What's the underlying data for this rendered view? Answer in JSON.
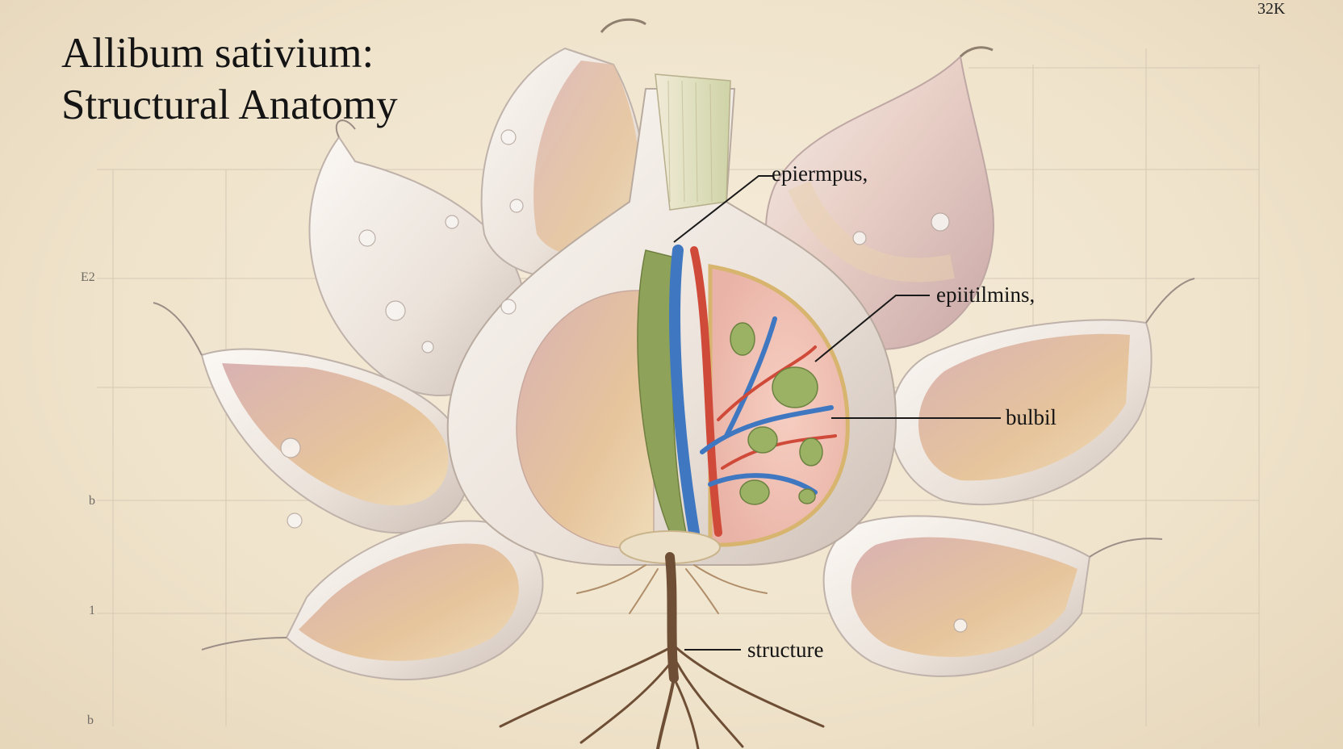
{
  "title": {
    "line1": "Allibum sativium:",
    "line2": "Structural Anatomy"
  },
  "corner_text": "32K",
  "axis_ticks": [
    "E2",
    "b",
    "1",
    "b"
  ],
  "labels": {
    "epiermpus": "epiermpus,",
    "epiitilmins": "epiitilmins,",
    "bulbil": "bulbil",
    "structure": "structure"
  },
  "colors": {
    "paper": "#efe4cf",
    "grid": "#cfc3b0",
    "clove_pink": "#d9b8b0",
    "clove_tan": "#e3c49b",
    "vein_blue": "#3f78c0",
    "vein_red": "#d04a3a",
    "stem_green": "#8fa25a",
    "root_brown": "#6e4f35"
  }
}
